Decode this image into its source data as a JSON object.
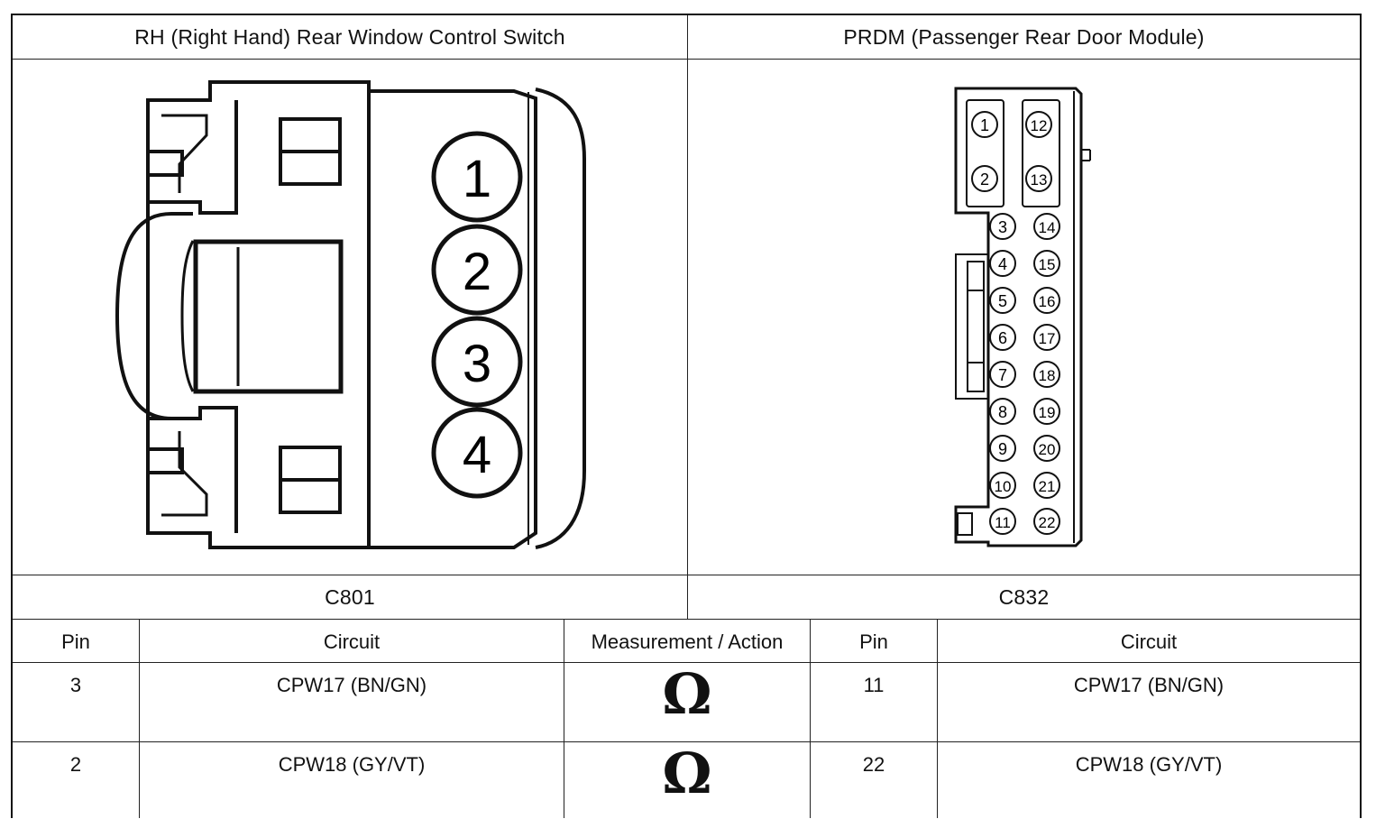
{
  "connectors": {
    "left": {
      "title": "RH (Right Hand) Rear Window Control Switch",
      "id": "C801",
      "pins": [
        "1",
        "2",
        "3",
        "4"
      ]
    },
    "right": {
      "title": "PRDM (Passenger Rear Door Module)",
      "id": "C832",
      "pins": [
        "1",
        "2",
        "3",
        "4",
        "5",
        "6",
        "7",
        "8",
        "9",
        "10",
        "11",
        "12",
        "13",
        "14",
        "15",
        "16",
        "17",
        "18",
        "19",
        "20",
        "21",
        "22"
      ]
    }
  },
  "table": {
    "headers": [
      "Pin",
      "Circuit",
      "Measurement / Action",
      "Pin",
      "Circuit"
    ],
    "rows": [
      {
        "pin_a": "3",
        "circuit_a": "CPW17 (BN/GN)",
        "action": "Ω",
        "pin_b": "11",
        "circuit_b": "CPW17 (BN/GN)"
      },
      {
        "pin_a": "2",
        "circuit_a": "CPW18 (GY/VT)",
        "action": "Ω",
        "pin_b": "22",
        "circuit_b": "CPW18 (GY/VT)"
      }
    ]
  }
}
